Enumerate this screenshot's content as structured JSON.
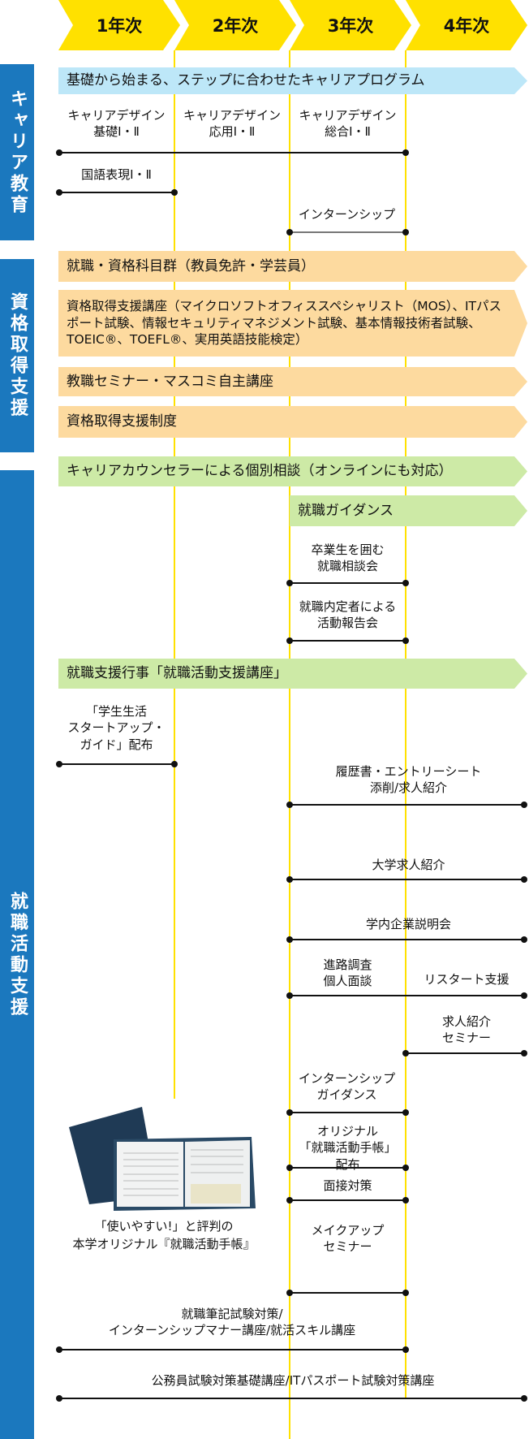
{
  "years": [
    "1年次",
    "2年次",
    "3年次",
    "4年次"
  ],
  "sections": {
    "career": "キャリア教育",
    "qual": "資格取得支援",
    "job": "就職活動支援"
  },
  "bars": {
    "career_program": "基礎から始まる、ステップに合わせたキャリアプログラム",
    "job_subjects": "就職・資格科目群（教員免許・学芸員）",
    "qual_course": "資格取得支援講座（マイクロソフトオフィススペシャリスト（MOS）、ITパスポート試験、情報セキュリティマネジメント試験、基本情報技術者試験、TOEIC®、TOEFL®、実用英語技能検定）",
    "teacher_seminar": "教職セミナー・マスコミ自主講座",
    "qual_system": "資格取得支援制度",
    "counseling": "キャリアカウンセラーによる個別相談（オンラインにも対応）",
    "guidance": "就職ガイダンス",
    "event": "就職支援行事「就職活動支援講座」"
  },
  "items": {
    "design1": "キャリアデザイン\n基礎Ⅰ・Ⅱ",
    "design2": "キャリアデザイン\n応用Ⅰ・Ⅱ",
    "design3": "キャリアデザイン\n総合Ⅰ・Ⅱ",
    "kokugo": "国語表現Ⅰ・Ⅱ",
    "intern": "インターンシップ",
    "alumni": "卒業生を囲む\n就職相談会",
    "naitei": "就職内定者による\n活動報告会",
    "startup": "「学生生活\nスタートアップ・\nガイド」配布",
    "resume": "履歴書・エントリーシート\n添削/求人紹介",
    "univ_jobs": "大学求人紹介",
    "company": "学内企業説明会",
    "survey": "進路調査\n個人面談",
    "restart": "リスタート支援",
    "job_seminar": "求人紹介\nセミナー",
    "intern_guidance": "インターンシップ\nガイダンス",
    "notebook": "オリジナル\n「就職活動手帳」\n配布",
    "interview": "面接対策",
    "makeup": "メイクアップ\nセミナー",
    "written": "就職筆記試験対策/\nインターンシップマナー講座/就活スキル講座",
    "civil": "公務員試験対策基礎講座/ITパスポート試験対策講座"
  },
  "book_caption": [
    "「使いやすい!」と評判の",
    "本学オリジナル『就職活動手帳』"
  ],
  "colors": {
    "yellow": "#FFE100",
    "blue": "#1B78BE",
    "light_blue": "#BDE7F8",
    "orange": "#FDDA9F",
    "green": "#CDEAA6"
  }
}
